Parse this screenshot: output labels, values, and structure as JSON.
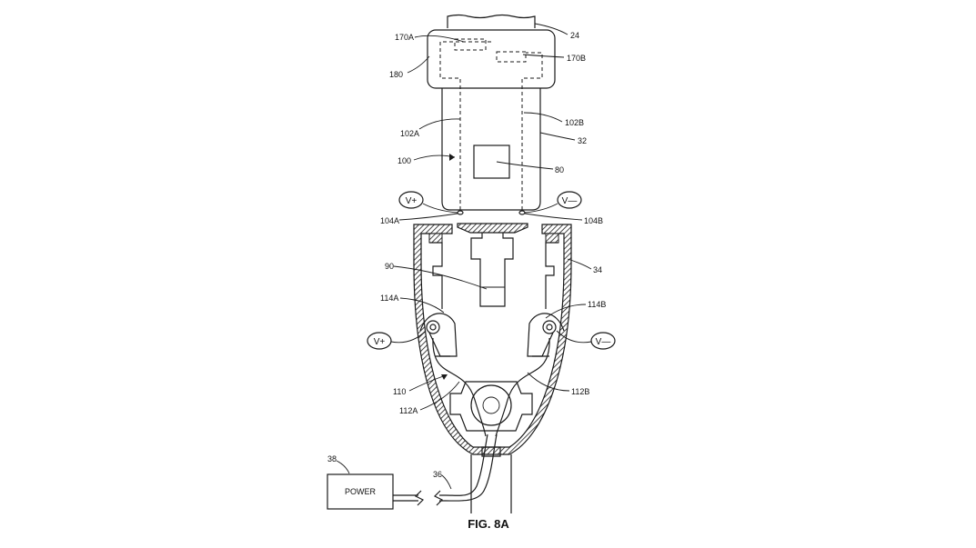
{
  "figure_title": "FIG. 8A",
  "power_box_label": "POWER",
  "polarity": {
    "top_left": "V+",
    "top_right": "V—",
    "mid_left": "V+",
    "mid_right": "V—"
  },
  "reference_numerals": {
    "n24": "24",
    "n170A": "170A",
    "n170B": "170B",
    "n180": "180",
    "n102A": "102A",
    "n102B": "102B",
    "n32": "32",
    "n100": "100",
    "n80": "80",
    "n104A": "104A",
    "n104B": "104B",
    "n90": "90",
    "n34": "34",
    "n114A": "114A",
    "n114B": "114B",
    "n110": "110",
    "n112A": "112A",
    "n112B": "112B",
    "n38": "38",
    "n36": "36"
  }
}
